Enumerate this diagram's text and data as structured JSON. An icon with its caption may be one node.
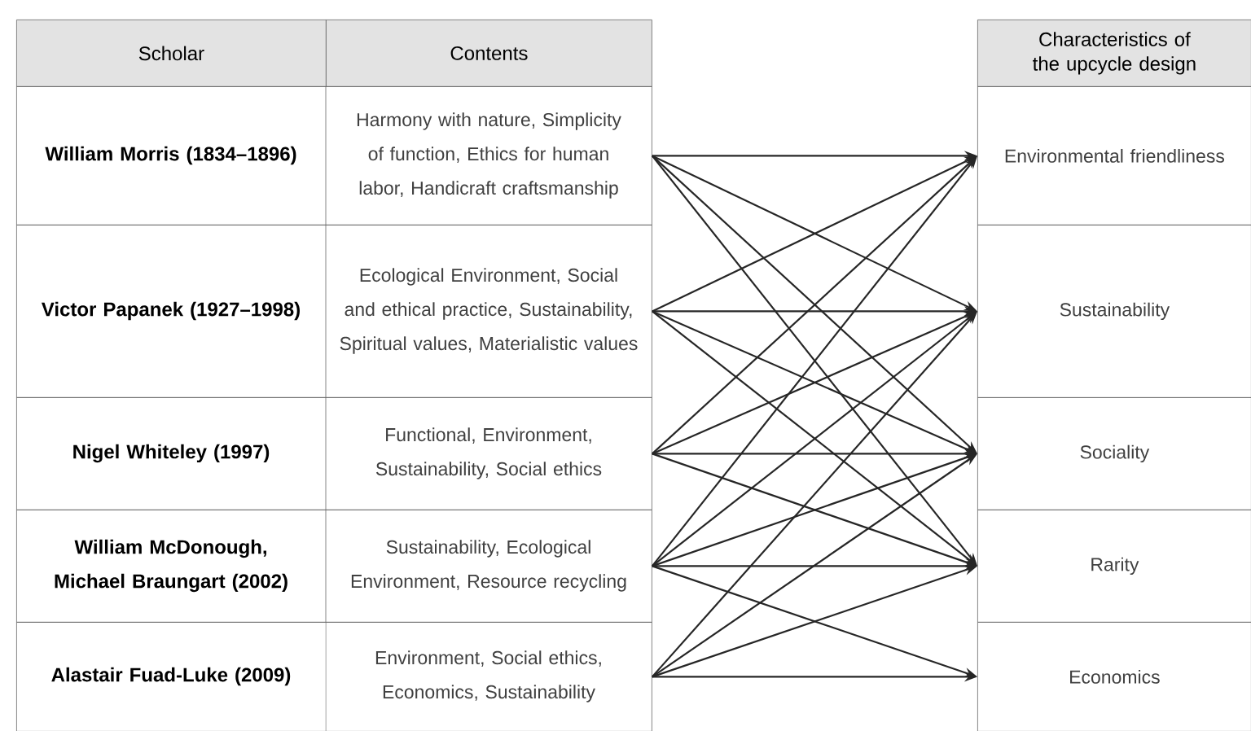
{
  "diagram": {
    "nodes": [
      {
        "text": [
          "William Morris (1834–1896)",
          "Harmony with nature, Simplicity of function, Ethics for human labor, Handicraft craftsmanship"
        ]
      },
      {
        "text": [
          "Victor Papanek (1927–1998)",
          "Ecological Environment, Social and ethical practice, Sustainability, Spiritual values, Materialistic values"
        ]
      },
      {
        "text": [
          "Nigel Whiteley (1997)",
          "Functional, Environment, Sustainability, Social ethics"
        ]
      },
      {
        "text": [
          "William McDonough, Michael Braungart (2002)",
          "Sustainability, Ecological Environment, Resource recycling"
        ]
      },
      {
        "text": [
          "Alastair Fuad-Luke (2009)",
          "Environment, Social ethics, Economics, Sustainability"
        ]
      },
      {
        "text": [
          "Environmental friendliness"
        ]
      },
      {
        "text": [
          "Sustainability"
        ]
      },
      {
        "text": [
          "Sociality"
        ]
      },
      {
        "text": [
          "Rarity"
        ]
      },
      {
        "text": [
          "Economics"
        ]
      }
    ],
    "edges": [
      {
        "from": 0,
        "to": 5,
        "arrow": "to"
      },
      {
        "from": 0,
        "to": 6,
        "arrow": "to"
      },
      {
        "from": 0,
        "to": 7,
        "arrow": "to"
      },
      {
        "from": 0,
        "to": 8,
        "arrow": "to"
      },
      {
        "from": 1,
        "to": 5,
        "arrow": "to"
      },
      {
        "from": 1,
        "to": 6,
        "arrow": "to"
      },
      {
        "from": 1,
        "to": 7,
        "arrow": "to"
      },
      {
        "from": 1,
        "to": 8,
        "arrow": "to"
      },
      {
        "from": 2,
        "to": 5,
        "arrow": "to"
      },
      {
        "from": 2,
        "to": 6,
        "arrow": "to"
      },
      {
        "from": 2,
        "to": 7,
        "arrow": "to"
      },
      {
        "from": 2,
        "to": 8,
        "arrow": "to"
      },
      {
        "from": 3,
        "to": 5,
        "arrow": "to"
      },
      {
        "from": 3,
        "to": 6,
        "arrow": "to"
      },
      {
        "from": 3,
        "to": 7,
        "arrow": "to"
      },
      {
        "from": 3,
        "to": 8,
        "arrow": "to"
      },
      {
        "from": 3,
        "to": 9,
        "arrow": "to"
      },
      {
        "from": 4,
        "to": 6,
        "arrow": "to"
      },
      {
        "from": 4,
        "to": 7,
        "arrow": "to"
      },
      {
        "from": 4,
        "to": 8,
        "arrow": "to"
      },
      {
        "from": 4,
        "to": 9,
        "arrow": "to"
      }
    ],
    "labels": [
      "Scholar",
      "Contents",
      "Characteristics of the upcycle design"
    ]
  }
}
